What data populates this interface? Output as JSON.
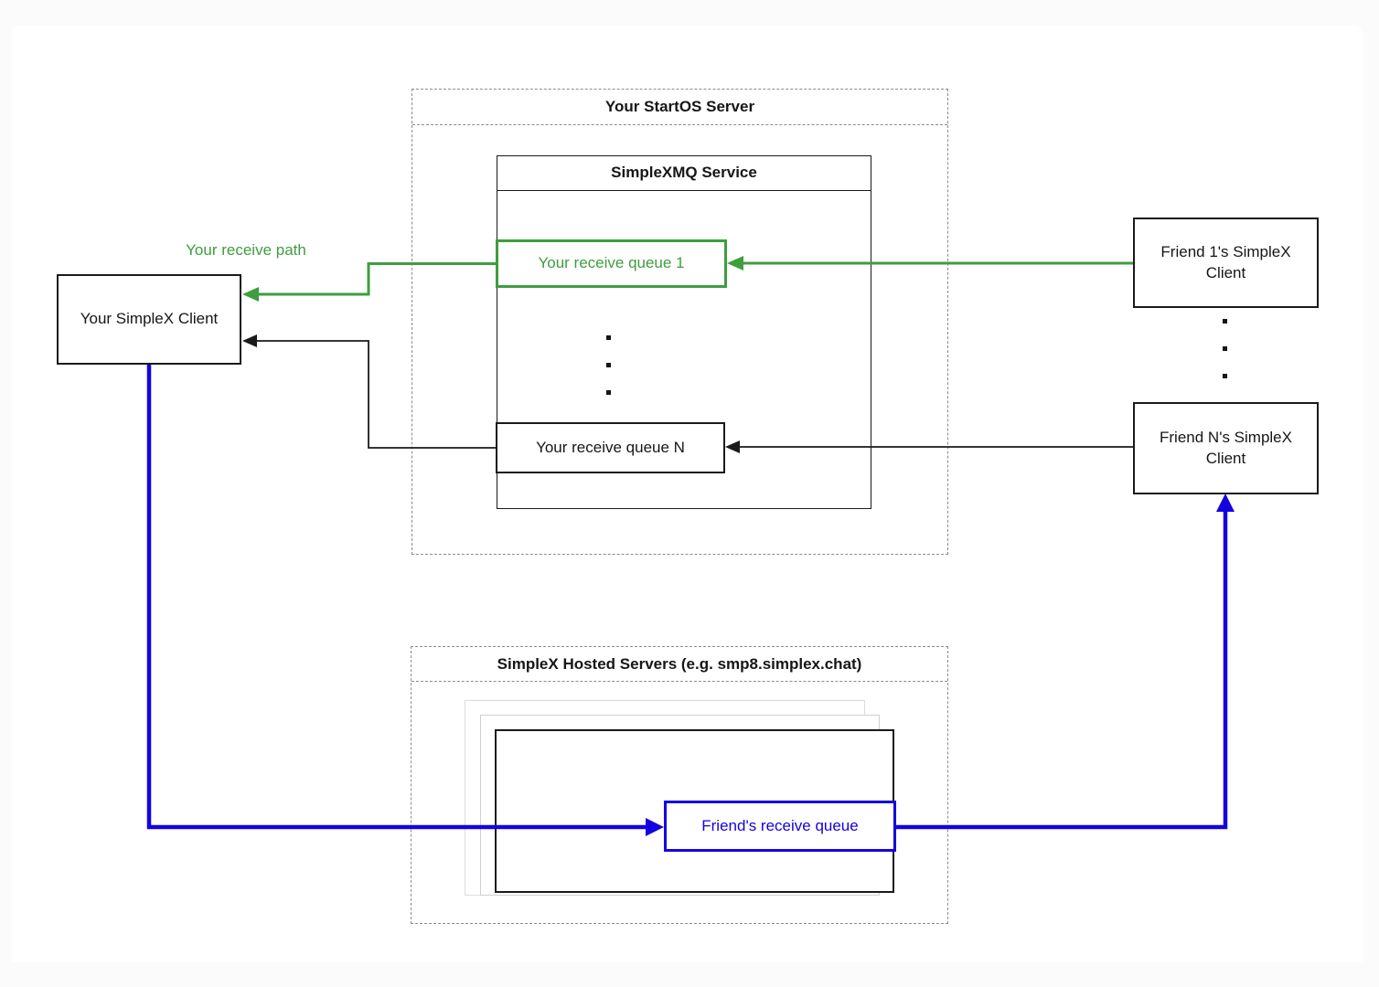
{
  "diagram": {
    "startos_group": {
      "title": "Your StartOS Server"
    },
    "simplexmq_service": {
      "title": "SimpleXMQ Service"
    },
    "queues": {
      "queue1": "Your receive queue 1",
      "queueN": "Your receive queue N"
    },
    "client": {
      "label": "Your SimpleX Client"
    },
    "friends": {
      "friend1": "Friend 1's SimpleX Client",
      "friendN": "Friend N's SimpleX Client"
    },
    "hosted_group": {
      "title": "SimpleX Hosted Servers (e.g. smp8.simplex.chat)"
    },
    "friend_queue": {
      "label": "Friend's receive queue"
    },
    "receive_path_label": "Your receive path",
    "icons": {
      "middle_ellipsis": "vertical-ellipsis-dots",
      "right_ellipsis": "vertical-ellipsis-dots"
    },
    "colors": {
      "green": "#3e9e3e",
      "blue": "#1500e0",
      "ink": "#1a1a1a",
      "dash": "#8c8c8c"
    }
  }
}
